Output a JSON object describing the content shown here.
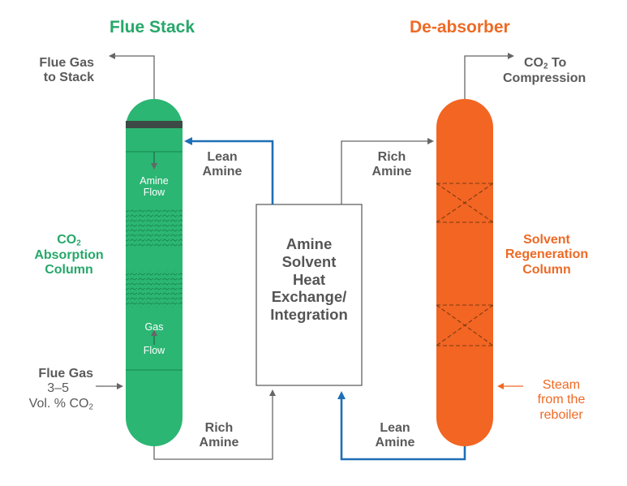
{
  "titles": {
    "left": "Flue Stack",
    "right": "De-absorber"
  },
  "labels": {
    "flue_gas_to_stack": [
      "Flue Gas",
      "to Stack"
    ],
    "co2_to_compression": {
      "prefix": "CO",
      "sub": "2",
      "suffix": " To",
      "line2": "Compression"
    },
    "lean_amine_top": [
      "Lean",
      "Amine"
    ],
    "rich_amine_top": [
      "Rich",
      "Amine"
    ],
    "rich_amine_bottom": [
      "Rich",
      "Amine"
    ],
    "lean_amine_bottom": [
      "Lean",
      "Amine"
    ],
    "absorption_column": {
      "prefix": "CO",
      "sub": "2",
      "line2": "Absorption",
      "line3": "Column"
    },
    "regeneration_column": [
      "Solvent",
      "Regeneration",
      "Column"
    ],
    "flue_gas_in": {
      "line1": "Flue Gas",
      "line2": "3–5",
      "line3_prefix": "Vol. % CO",
      "line3_sub": "2"
    },
    "steam": [
      "Steam",
      "from the",
      "reboiler"
    ],
    "amine_flow": [
      "Amine",
      "Flow"
    ],
    "gas_flow": [
      "Gas",
      "Flow"
    ]
  },
  "center_box": [
    "Amine",
    "Solvent",
    "Heat",
    "Exchange/",
    "Integration"
  ],
  "colors": {
    "absorber": "#2bb673",
    "absorber_dark": "#1e9a5c",
    "regenerator": "#f26522",
    "lean_amine_line": "#1f6fb5",
    "line": "#666666",
    "green_text": "#26a86a",
    "orange_text": "#ee6a25"
  }
}
